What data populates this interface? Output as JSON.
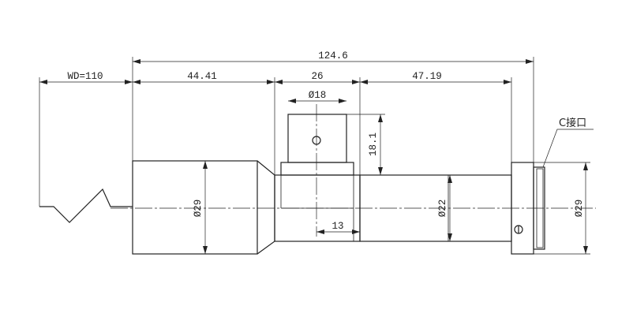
{
  "drawing": {
    "overall_length": "124.6",
    "working_distance": "WD=110",
    "front_length": "44.41",
    "mid_length": "26",
    "rear_length": "47.19",
    "mount_diameter": "Ø18",
    "mount_height": "18.1",
    "mount_offset": "13",
    "front_diameter": "Ø29",
    "body_diameter": "Ø22",
    "rear_diameter": "Ø29",
    "c_mount_label": "C接口"
  }
}
